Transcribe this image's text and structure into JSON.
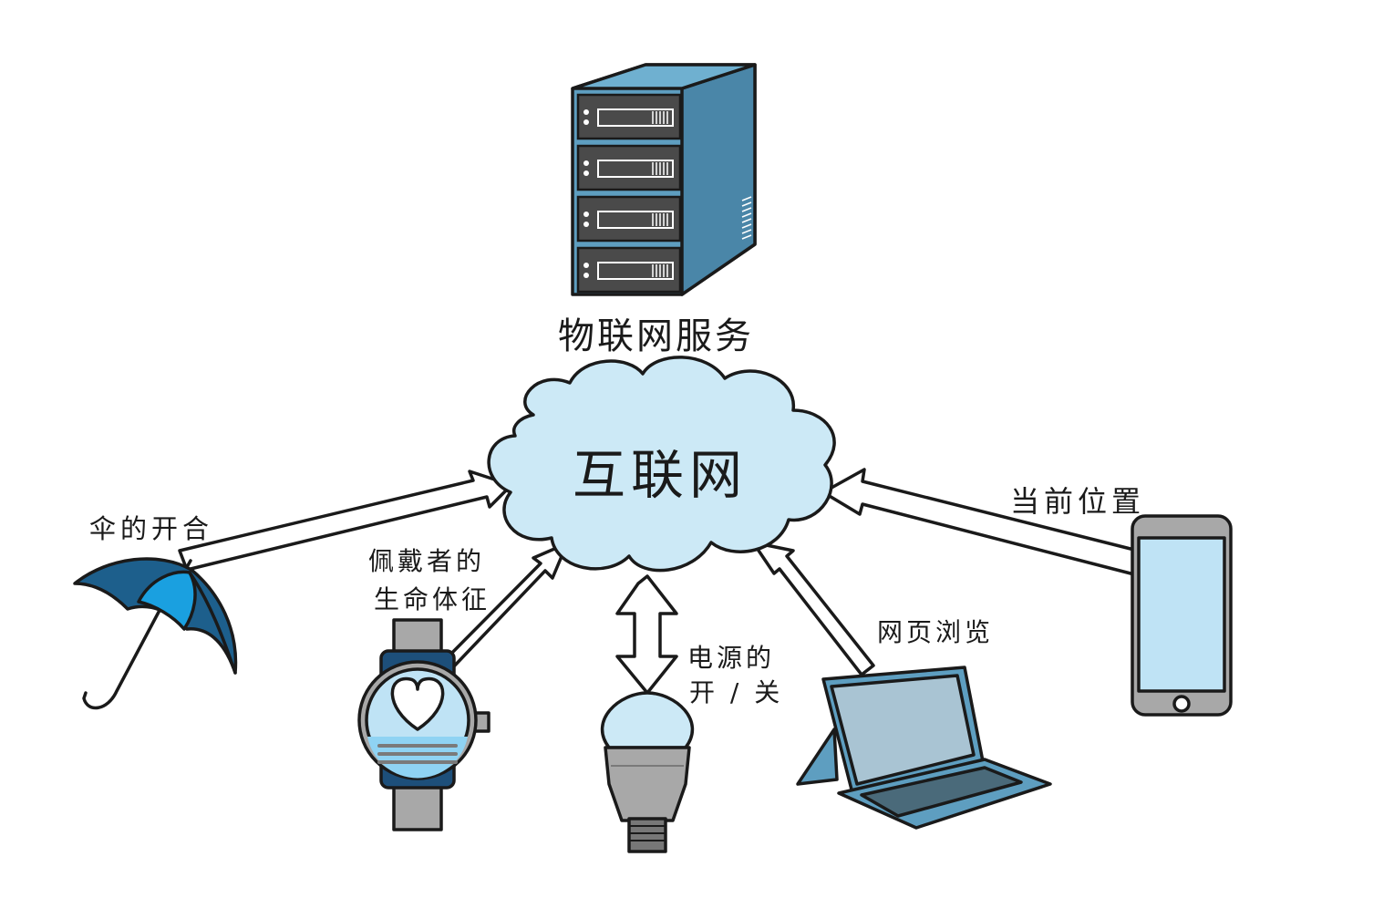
{
  "center": {
    "label": "互联网"
  },
  "server": {
    "label": "物联网服务"
  },
  "devices": {
    "umbrella": {
      "label": "伞的开合"
    },
    "watch": {
      "label_line1": "佩戴者的",
      "label_line2": "生命体征"
    },
    "bulb": {
      "label_line1": "电源的",
      "label_line2": "开 / 关"
    },
    "laptop": {
      "label": "网页浏览"
    },
    "phone": {
      "label": "当前位置"
    }
  },
  "colors": {
    "cloud": "#cce9f6",
    "server_front": "#5e9ec0",
    "server_side": "#4a86a8",
    "outline": "#1a1a1a",
    "umbrella_dark": "#1d5f8c",
    "umbrella_light": "#1aa0e0",
    "screen": "#bfe3f5",
    "device_gray": "#a8a8a8",
    "laptop_screen": "#a9c4d3"
  }
}
